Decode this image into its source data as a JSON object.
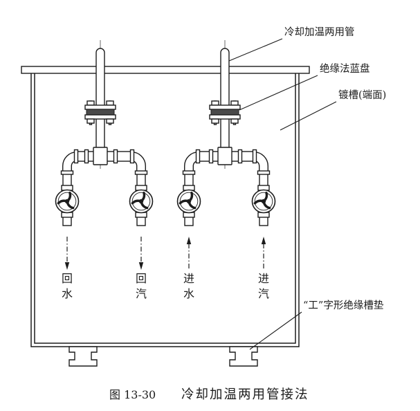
{
  "callouts": {
    "dual_pipe": "冷却加温两用管",
    "flange": "绝缘法蓝盘",
    "tank": "镀槽(端面)",
    "pad": "“工”字形绝缘槽垫"
  },
  "flows": [
    {
      "chars": [
        "回",
        "水"
      ]
    },
    {
      "chars": [
        "回",
        "汽"
      ]
    },
    {
      "chars": [
        "进",
        "水"
      ]
    },
    {
      "chars": [
        "进",
        "汽"
      ]
    }
  ],
  "caption": {
    "figure_number": "图 13-30",
    "title": "冷却加温两用管接法"
  }
}
